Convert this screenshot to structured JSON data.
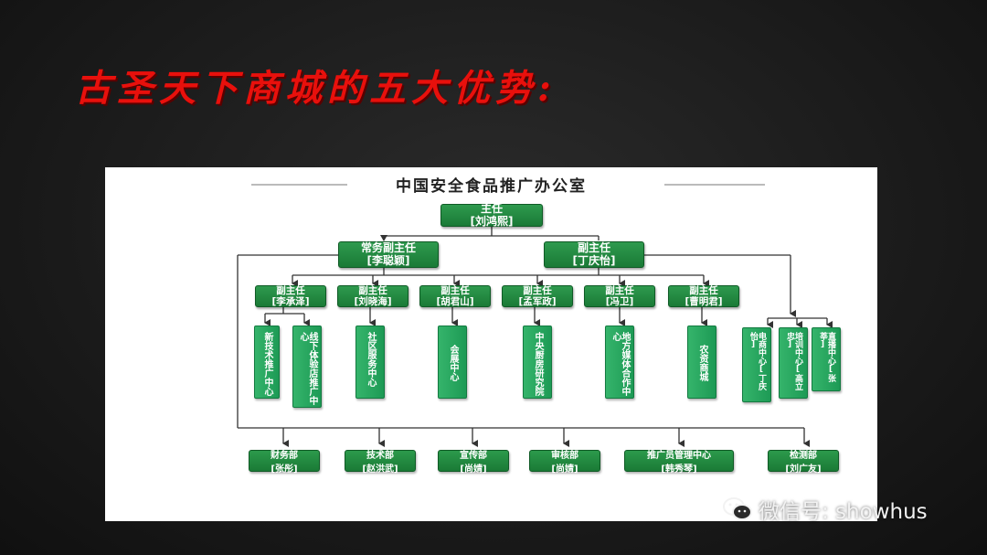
{
  "slide_title": "古圣天下商城的五大优势:",
  "org_chart": {
    "title": "中国安全食品推广办公室",
    "director": {
      "role": "主任",
      "name": "[刘鸿熙]"
    },
    "level2": [
      {
        "role": "常务副主任",
        "name": "[李聪颖]"
      },
      {
        "role": "副主任",
        "name": "[丁庆怡]"
      }
    ],
    "level3": [
      {
        "role": "副主任",
        "name": "[李承泽]"
      },
      {
        "role": "副主任",
        "name": "[刘晓海]"
      },
      {
        "role": "副主任",
        "name": "[胡君山]"
      },
      {
        "role": "副主任",
        "name": "[孟军政]"
      },
      {
        "role": "副主任",
        "name": "[冯卫]"
      },
      {
        "role": "副主任",
        "name": "[曹明君]"
      }
    ],
    "centers": [
      "新技术推广中心",
      "线下体验店推广中心",
      "社区服务中心",
      "会展中心",
      "中央厨房研究院",
      "地方媒体合作中心",
      "农资商城",
      "电商中心[丁庆怡]",
      "培训中心[高立忠]",
      "直播中心[张莘]"
    ],
    "departments": [
      {
        "name": "财务部",
        "person": "[张彤]"
      },
      {
        "name": "技术部",
        "person": "[赵洪武]"
      },
      {
        "name": "宣传部",
        "person": "[尚婧]"
      },
      {
        "name": "审核部",
        "person": "[尚婧]"
      },
      {
        "name": "推广员管理中心",
        "person": "[韩秀琴]"
      },
      {
        "name": "检测部",
        "person": "[刘广友]"
      }
    ]
  },
  "watermark": {
    "text": "微信号: showhus",
    "icon": "wechat-icon"
  },
  "colors": {
    "title_red": "#e8100c",
    "box_green": "#1f8a3f",
    "center_green": "#26a860",
    "background": "#1c1c1c"
  }
}
